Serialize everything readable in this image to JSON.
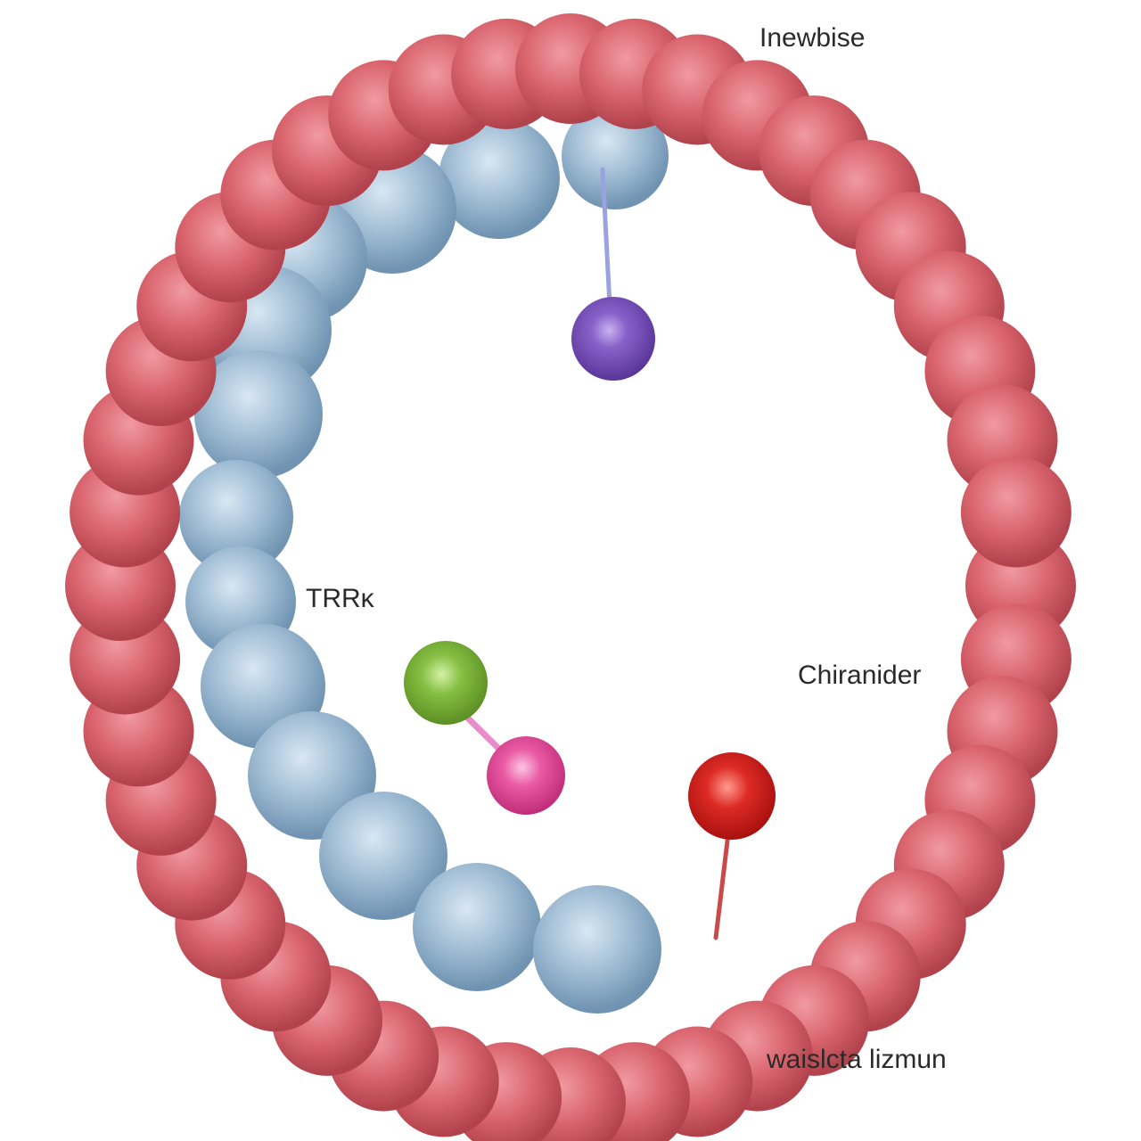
{
  "labels": {
    "top_right": "Inewbise",
    "left_inner": "TRRĸ",
    "right_middle": "Chiranider",
    "bottom_right": "waislсta lizmun"
  },
  "colors": {
    "outer_ring": "#d35f68",
    "inner_arc": "#8fb1cc",
    "purple_ball": "#7a4fb8",
    "green_ball": "#7ab33a",
    "pink_ball": "#e94f9a",
    "red_ball": "#d8211f",
    "purple_stick": "#9aa2e0",
    "pink_stick": "#e98ccc",
    "red_stick": "#c94a48"
  }
}
